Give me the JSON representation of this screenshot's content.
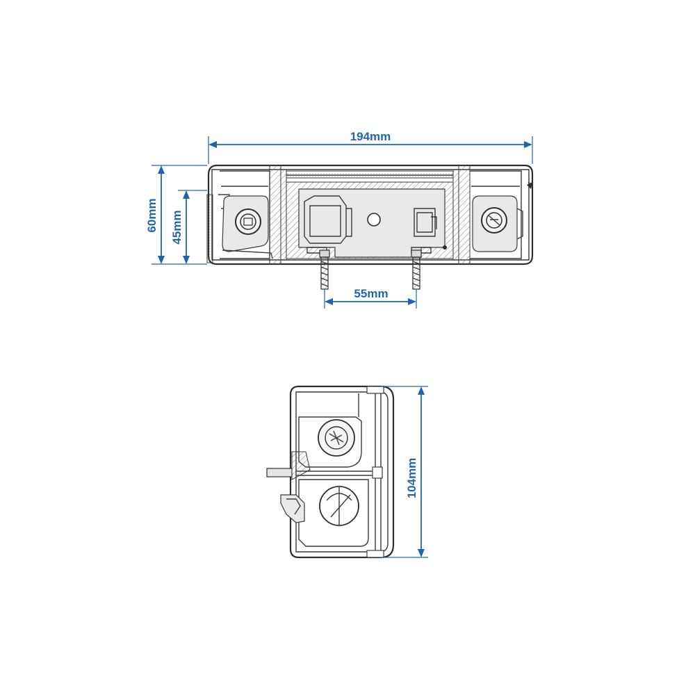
{
  "dimensions": {
    "width": "194mm",
    "height_outer": "60mm",
    "height_inner": "45mm",
    "bolt_spacing": "55mm",
    "side_depth": "104mm"
  },
  "colors": {
    "dimension": "#1f64ad",
    "drawing": "#3a3a3a"
  }
}
